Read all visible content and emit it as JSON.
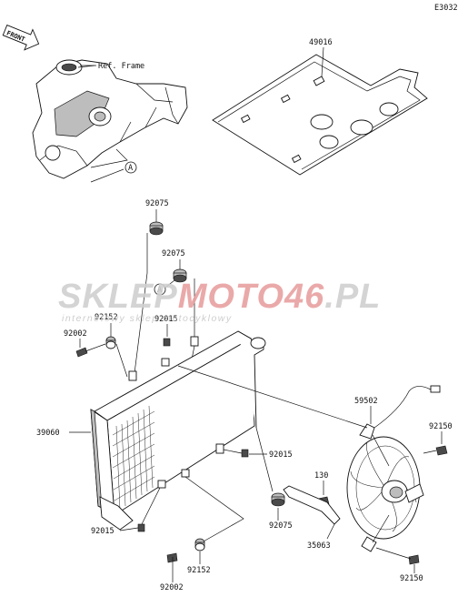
{
  "diagram": {
    "code": "E3032",
    "front_tag": "FRONT",
    "ref_frame": "Ref. Frame",
    "callout": "A",
    "watermark": {
      "part1": "SKLEP",
      "part2": "MOTO46",
      "part3": ".PL",
      "tagline": "internetowy sklep motocyklowy",
      "colors": {
        "gray": "#d0d0d0",
        "red": "#e8a0a0"
      }
    },
    "labels": {
      "p49016": "49016",
      "p92075_a": "92075",
      "p92075_b": "92075",
      "p92015_top": "92015",
      "p92152_top": "92152",
      "p92002_top": "92002",
      "p39060": "39060",
      "p92015_right": "92015",
      "p92015_bottom": "92015",
      "p92152_bottom": "92152",
      "p92002_bottom": "92002",
      "p59502": "59502",
      "p92150_top": "92150",
      "p130": "130",
      "p92075_c": "92075",
      "p35063": "35063",
      "p92150_bottom": "92150"
    }
  }
}
